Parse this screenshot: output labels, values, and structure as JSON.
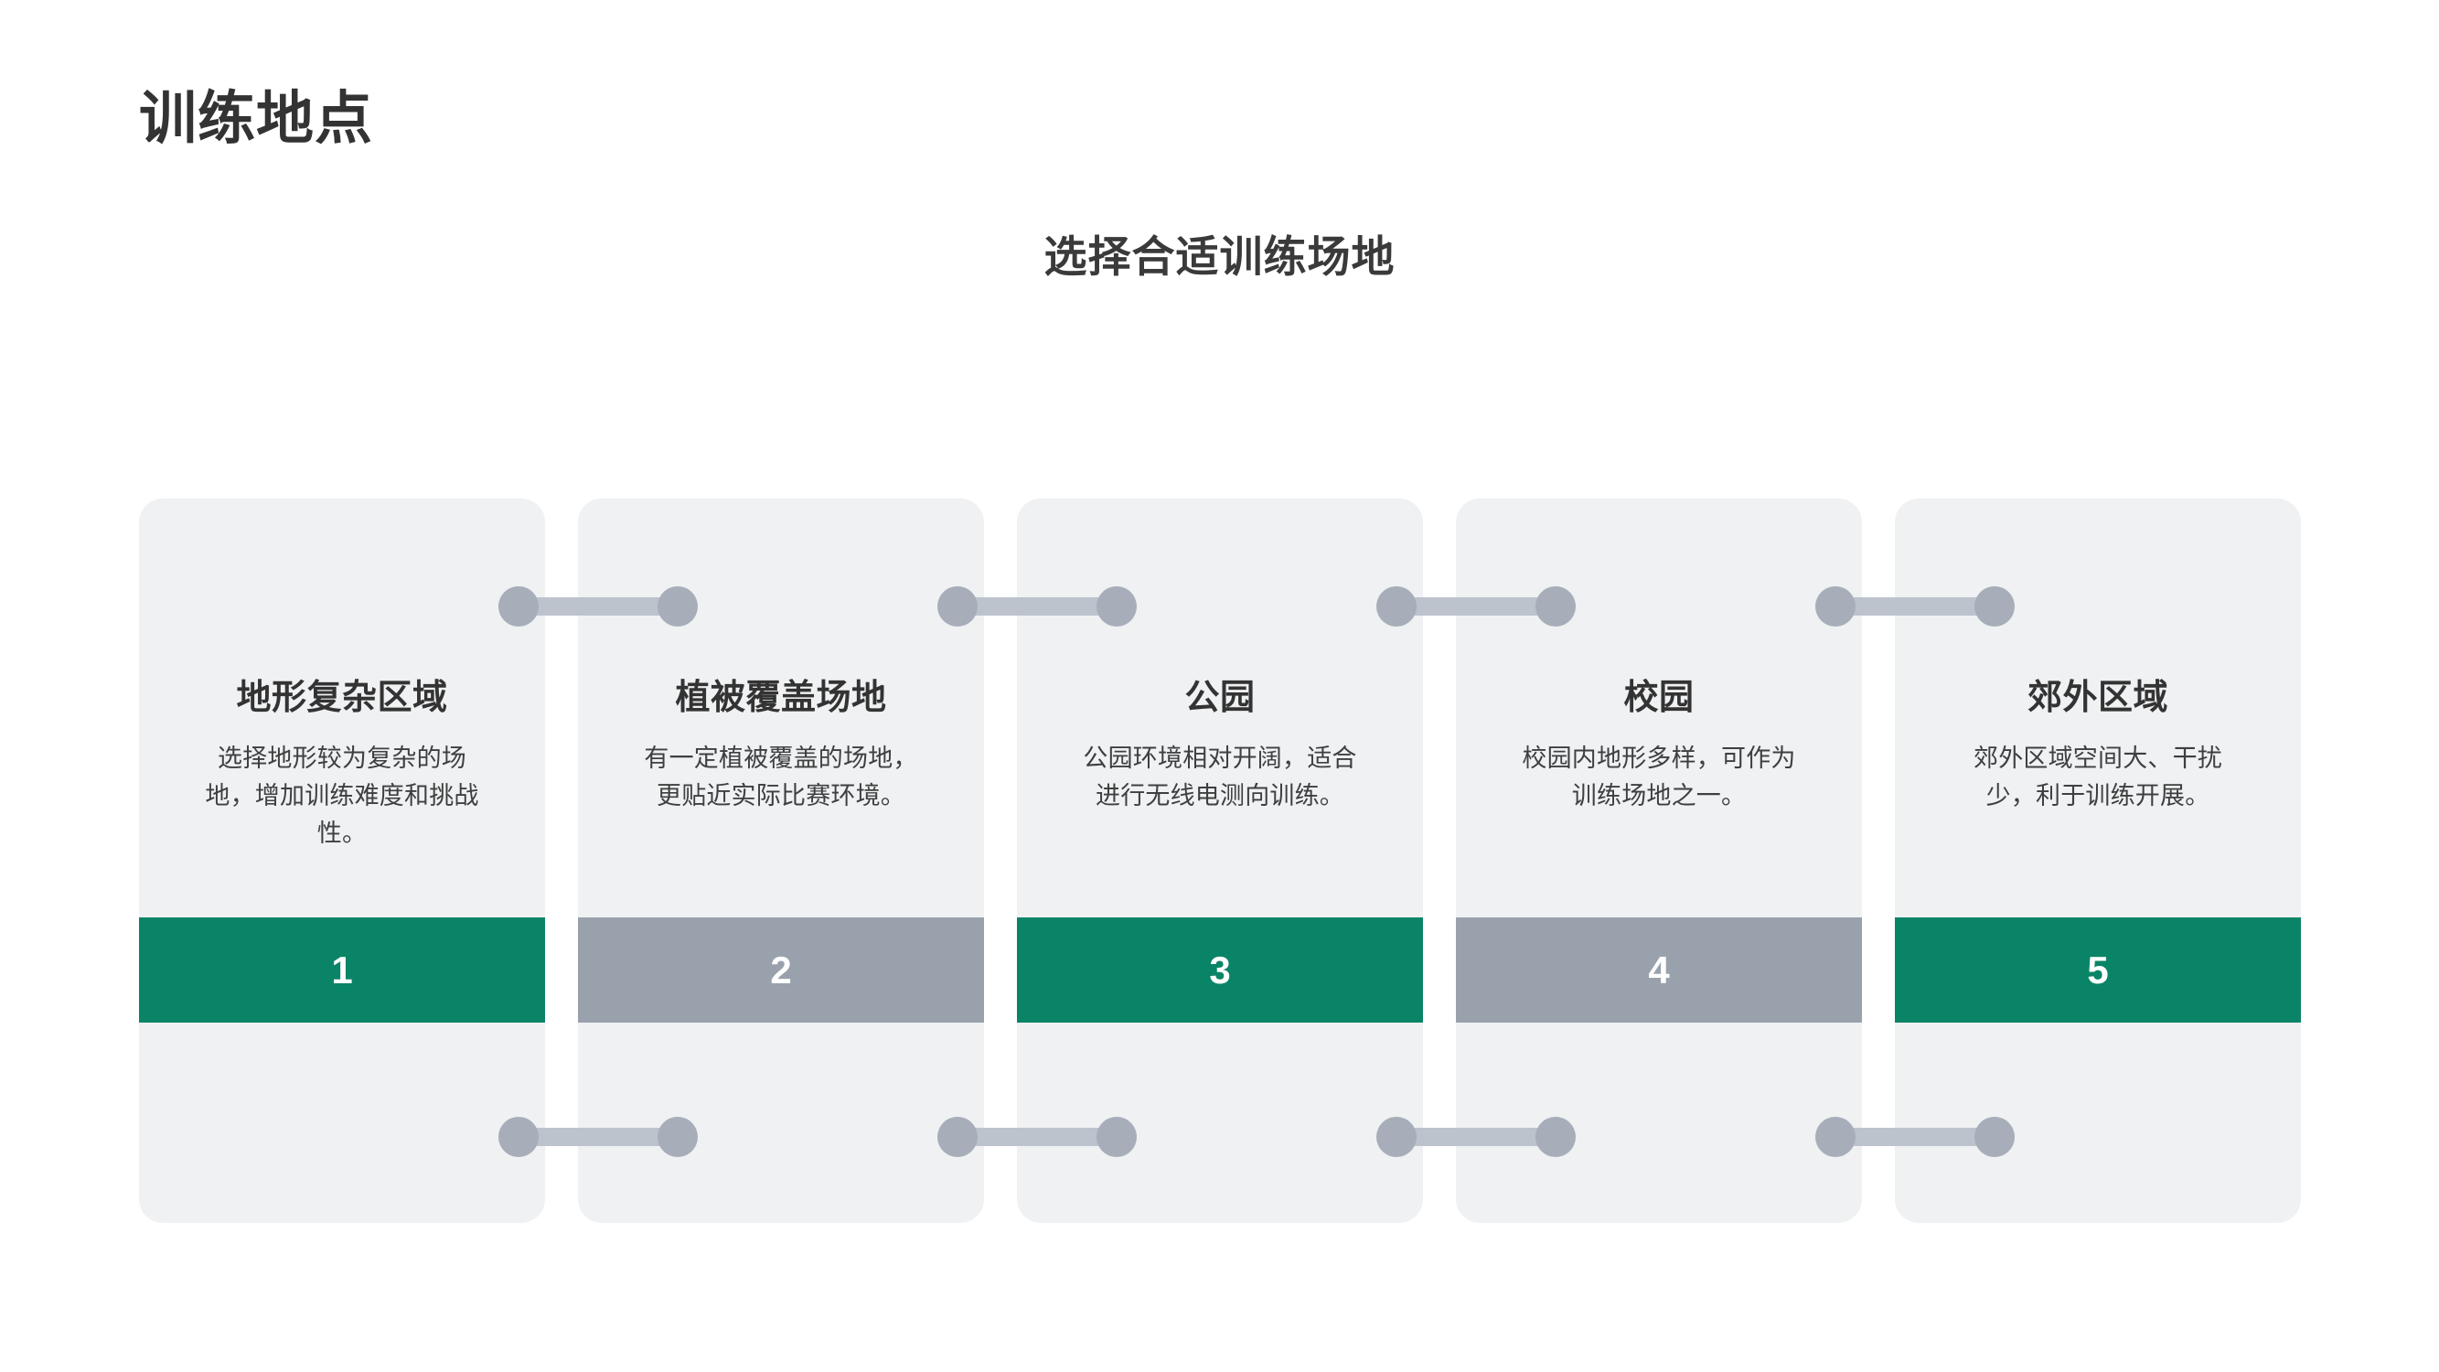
{
  "page": {
    "title": "训练地点",
    "subtitle": "选择合适训练场地",
    "background": "#ffffff"
  },
  "colors": {
    "title_text": "#333333",
    "subtitle_text": "#3a3a3a",
    "card_bg": "#eff1f3",
    "accent_teal": "#0a8466",
    "accent_gray": "#99a2ac",
    "connector_dot": "#a7aeb9",
    "connector_bar": "#bcc3cc",
    "number_text": "#ffffff"
  },
  "cards": [
    {
      "number": "1",
      "title": "地形复杂区域",
      "description": "选择地形较为复杂的场地，增加训练难度和挑战性。",
      "bar_color": "teal"
    },
    {
      "number": "2",
      "title": "植被覆盖场地",
      "description": "有一定植被覆盖的场地，更贴近实际比赛环境。",
      "bar_color": "gray"
    },
    {
      "number": "3",
      "title": "公园",
      "description": "公园环境相对开阔，适合进行无线电测向训练。",
      "bar_color": "teal"
    },
    {
      "number": "4",
      "title": "校园",
      "description": "校园内地形多样，可作为训练场地之一。",
      "bar_color": "gray"
    },
    {
      "number": "5",
      "title": "郊外区域",
      "description": "郊外区域空间大、干扰少，利于训练开展。",
      "bar_color": "teal"
    }
  ],
  "connectors": {
    "count": 4,
    "rows": [
      "top",
      "bottom"
    ]
  }
}
